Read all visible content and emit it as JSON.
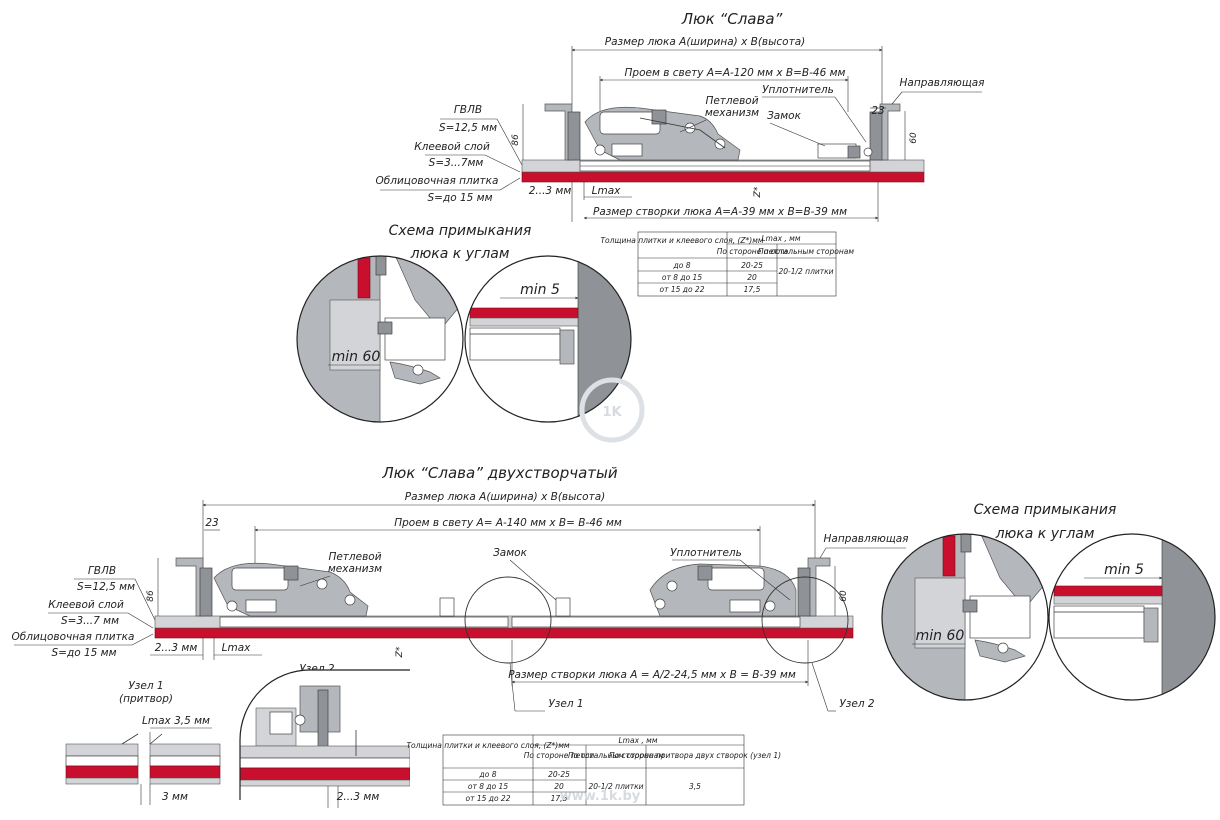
{
  "top": {
    "title": "Люк “Слава”",
    "size_label": "Размер люка А(ширина) х В(высота)",
    "opening_label": "Проем в свету А=А-120 мм х В=В-46 мм",
    "guide_label": "Направляющая",
    "seal_label": "Уплотнитель",
    "hinge_label_1": "Петлевой",
    "hinge_label_2": "механизм",
    "lock_label": "Замок",
    "dim_86": "86",
    "dim_23": "23",
    "dim_60": "60",
    "gvlv_1": "ГВЛВ",
    "gvlv_2": "S=12,5 мм",
    "glue_1": "Клеевой слой",
    "glue_2": "S=3...7мм",
    "tile_1": "Облицовочная плитка",
    "tile_2": "S=до 15 мм",
    "gap_label": "2...3 мм",
    "lmax_label": "Lmax",
    "z_label": "Z*",
    "leaf_label": "Размер створки люка А=А-39 мм х В=В-39 мм"
  },
  "corner_scheme_top": {
    "title_1": "Схема примыкания",
    "title_2": "люка к углам",
    "min60": "min 60",
    "min5": "min 5"
  },
  "table1": {
    "head_col1": "Толщина плитки и клеевого слоя, (Z*)мм",
    "head_lmax": "Lmax , мм",
    "head_hinge": "По стороне петли",
    "head_other": "По остальным сторонам",
    "rows": [
      {
        "t": "до 8",
        "hinge": "20-25"
      },
      {
        "t": "от 8 до 15",
        "hinge": "20"
      },
      {
        "t": "от 15 до 22",
        "hinge": "17,5"
      }
    ],
    "other_value": "20-1/2 плитки"
  },
  "bottom": {
    "title": "Люк “Слава” двухстворчатый",
    "size_label": "Размер люка А(ширина) х В(высота)",
    "opening_label": "Проем в свету А= А-140 мм х В= В-46 мм",
    "dim_23": "23",
    "hinge_label_1": "Петлевой",
    "hinge_label_2": "механизм",
    "lock_label": "Замок",
    "seal_label": "Уплотнитель",
    "guide_label": "Направляющая",
    "dim_86": "86",
    "dim_60": "60",
    "gvlv_1": "ГВЛВ",
    "gvlv_2": "S=12,5 мм",
    "glue_1": "Клеевой слой",
    "glue_2": "S=3...7 мм",
    "tile_1": "Облицовочная плитка",
    "tile_2": "S=до 15 мм",
    "gap_label": "2...3 мм",
    "lmax_label": "Lmax",
    "z_label": "Z*",
    "leaf_label": "Размер створки люка А = А/2-24,5 мм х В = В-39 мм",
    "node1": "Узел 1",
    "node2": "Узел 2"
  },
  "corner_scheme_bottom": {
    "title_1": "Схема примыкания",
    "title_2": "люка к углам",
    "min60": "min 60",
    "min5": "min 5"
  },
  "node1_detail": {
    "title_1": "Узел 1",
    "title_2": "(притвор)",
    "lmax": "Lmax 3,5 мм",
    "gap": "3 мм"
  },
  "node2_detail": {
    "title": "Узел 2",
    "gap": "2...3 мм"
  },
  "table2": {
    "head_col1": "Толщина плитки и клеевого слоя, (Z*)мм",
    "head_lmax": "Lmax , мм",
    "head_hinge": "По стороне петли",
    "head_other": "По остальным сторонам",
    "head_rebate": "По стороне притвора двух створок (узел 1)",
    "rows": [
      {
        "t": "до 8",
        "hinge": "20-25"
      },
      {
        "t": "от 8 до 15",
        "hinge": "20"
      },
      {
        "t": "от 15 до 22",
        "hinge": "17,5"
      }
    ],
    "other_value": "20-1/2 плитки",
    "rebate_value": "3,5"
  },
  "watermark": {
    "logo": "1K",
    "site": "www.1k.by"
  },
  "colors": {
    "tile_red": "#c8102e",
    "metal_grey": "#b4b7bc",
    "wall_grey": "#8f9398"
  }
}
